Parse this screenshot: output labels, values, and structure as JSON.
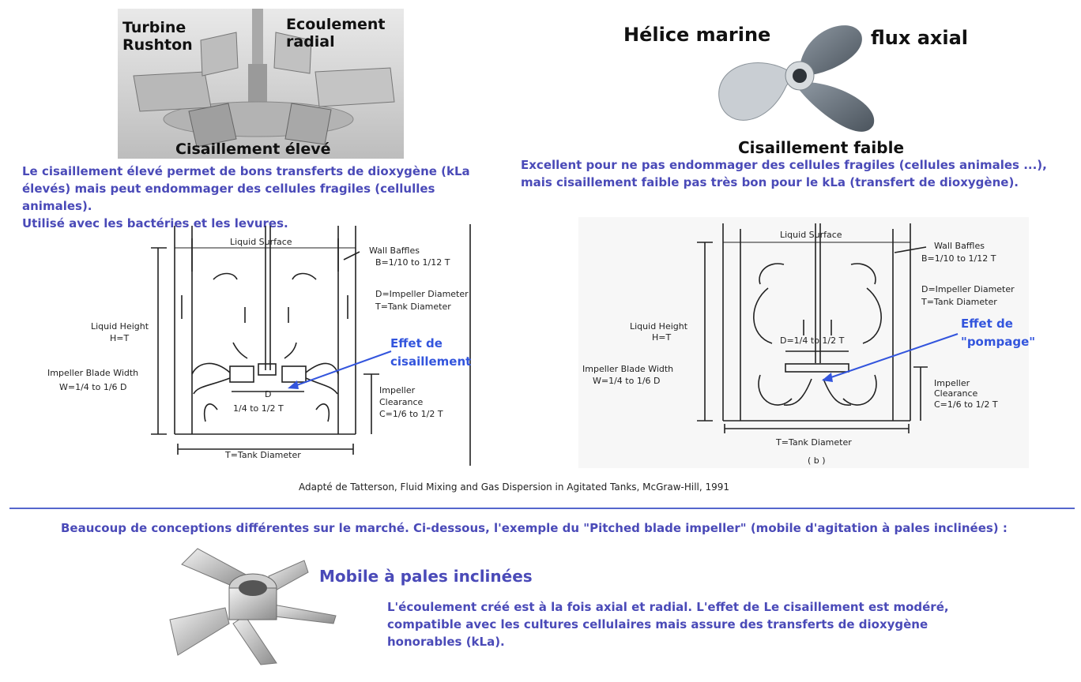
{
  "rushton": {
    "label_turbine": "Turbine\nRushton",
    "label_flow": "Ecoulement\nradial",
    "label_shear": "Cisaillement élevé",
    "description": "Le cisaillement élevé permet de bons transferts de dioxygène (kLa élevés) mais peut endommager des cellules fragiles (cellulles animales).\n Utilisé avec les bactéries et les levures."
  },
  "marine": {
    "label_name": "Hélice marine",
    "label_flow": "flux axial",
    "label_shear": "Cisaillement faible",
    "description": "Excellent pour ne pas endommager   des cellules fragiles (cellules animales ...), mais cisaillement faible pas très bon pour le kLa (transfert de dioxygène)."
  },
  "diagram_left": {
    "liquid_surface": "Liquid    Surface",
    "wall_baffles": "Wall Baffles",
    "baffle_ratio": "B=1/10 to 1/12 T",
    "impeller_diameter": "D=Impeller Diameter",
    "tank_diameter_def": "T=Tank Diameter",
    "liquid_height": "Liquid Height",
    "liquid_height_eq": "H=T",
    "blade_width": "Impeller Blade Width",
    "blade_width_eq": "W=1/4 to 1/6 D",
    "d_label": "D",
    "d_ratio": "1/4  to  1/2 T",
    "clearance": "Impeller",
    "clearance2": "Clearance",
    "clearance_eq": "C=1/6 to 1/2 T",
    "tank_diameter": "T=Tank Diameter",
    "callout": "Effet de\ncisaillement"
  },
  "diagram_right": {
    "liquid_surface": "Liquid    Surface",
    "wall_baffles": "Wall Baffles",
    "baffle_ratio": "B=1/10 to 1/12 T",
    "impeller_diameter": "D=Impeller Diameter",
    "tank_diameter_def": "T=Tank Diameter",
    "liquid_height": "Liquid Height",
    "liquid_height_eq": "H=T",
    "blade_width": "Impeller Blade Width",
    "blade_width_eq": "W=1/4 to 1/6 D",
    "d_ratio": "D=1/4  to  1/2  T",
    "clearance": "Impeller",
    "clearance2": "Clearance",
    "clearance_eq": "C=1/6 to 1/2 T",
    "tank_diameter": "T=Tank Diameter",
    "caption": "( b )",
    "callout": "Effet de\n\"pompage\""
  },
  "source": "Adapté de Tatterson,  Fluid Mixing and Gas Dispersion in Agitated Tanks, McGraw-Hill, 1991",
  "intro": "Beaucoup de conceptions différentes sur le marché. Ci-dessous, l'exemple du \"Pitched blade impeller\" (mobile d'agitation à pales inclinées) :",
  "pitched": {
    "title": "Mobile à pales inclinées",
    "description": "L'écoulement créé est à la fois axial et radial. L'effet de Le cisaillement est modéré, compatible avec les cultures cellulaires mais assure des transferts de dioxygène honorables (kLa)."
  },
  "colors": {
    "blue_text": "#4a4ab8",
    "callout": "#3355dd",
    "rule": "#5566cc"
  }
}
